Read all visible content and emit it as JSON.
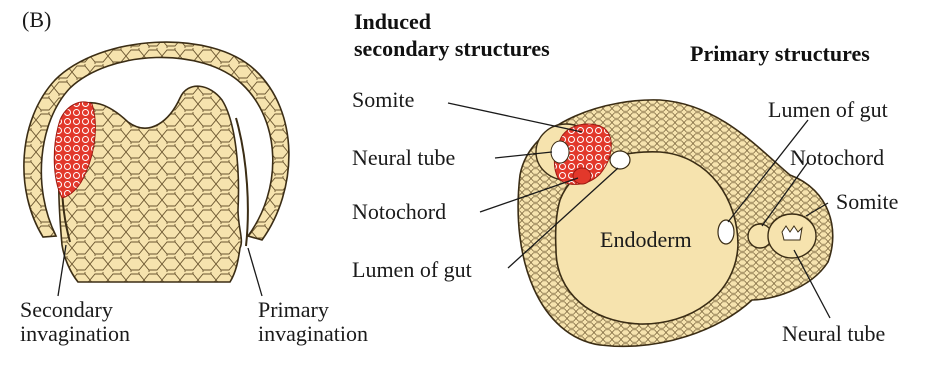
{
  "panel_label": "(B)",
  "headers": {
    "induced": [
      "Induced",
      "secondary structures"
    ],
    "primary": "Primary structures"
  },
  "left_embryo_labels": {
    "secondary_invagination": [
      "Secondary",
      "invagination"
    ],
    "primary_invagination": [
      "Primary",
      "invagination"
    ]
  },
  "section_labels": {
    "somite_secondary": "Somite",
    "neural_tube_secondary": "Neural tube",
    "notochord_secondary": "Notochord",
    "lumen_secondary": "Lumen of gut",
    "endoderm": "Endoderm",
    "lumen_primary": "Lumen of gut",
    "notochord_primary": "Notochord",
    "somite_primary": "Somite",
    "neural_tube_primary": "Neural tube"
  },
  "colors": {
    "tissue_fill": "#f6e3ae",
    "cell_outline": "#4a3a20",
    "induced_red": "#e2382b",
    "background": "#ffffff"
  }
}
